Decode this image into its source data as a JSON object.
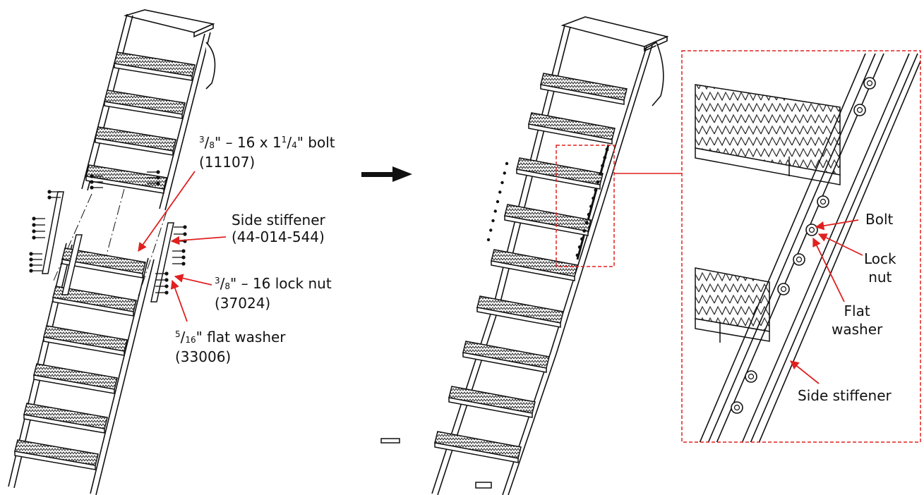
{
  "labels": {
    "bolt": {
      "fraction_num": "3",
      "fraction_den": "8",
      "mid": "\" – 16 x 1",
      "len_num": "1",
      "len_den": "4",
      "tail": "\" bolt",
      "part": "(11107)"
    },
    "stiffener": {
      "name": "Side stiffener",
      "part": "(44-014-544)"
    },
    "locknut": {
      "fraction_num": "3",
      "fraction_den": "8",
      "tail": "\" – 16 lock nut",
      "part": "(37024)"
    },
    "washer": {
      "fraction_num": "5",
      "fraction_den": "16",
      "tail": "\" flat washer",
      "part": "(33006)"
    }
  },
  "zoom": {
    "bolt": "Bolt",
    "locknut_line1": "Lock",
    "locknut_line2": "nut",
    "washer_line1": "Flat",
    "washer_line2": "washer",
    "stiffener": "Side stiffener"
  },
  "colors": {
    "line": "#111111",
    "callout": "#e0201f",
    "grating": "#9a9a9a"
  }
}
